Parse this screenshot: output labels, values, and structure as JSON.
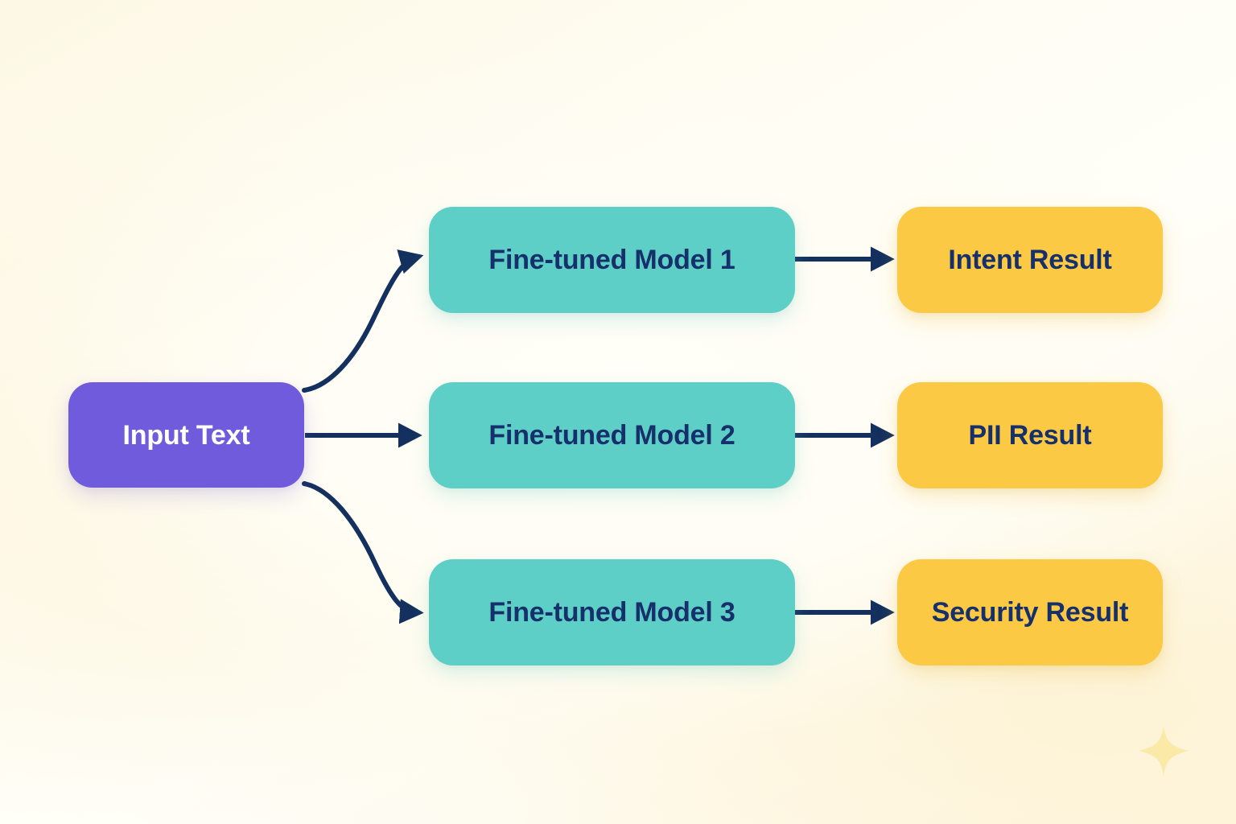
{
  "diagram": {
    "title_visible": false,
    "background_color": "#fefcf0",
    "arrow_color": "#13305e",
    "nodes": {
      "input": {
        "label": "Input Text",
        "color": "#6f5bdb",
        "text_color": "#ffffff"
      },
      "models": [
        {
          "label": "Fine-tuned Model 1",
          "color": "#5dcfc6",
          "text_color": "#16306b"
        },
        {
          "label": "Fine-tuned Model 2",
          "color": "#5dcfc6",
          "text_color": "#16306b"
        },
        {
          "label": "Fine-tuned Model 3",
          "color": "#5dcfc6",
          "text_color": "#16306b"
        }
      ],
      "results": [
        {
          "label": "Intent Result",
          "color": "#fbc944",
          "text_color": "#16306b"
        },
        {
          "label": "PII Result",
          "color": "#fbc944",
          "text_color": "#16306b"
        },
        {
          "label": "Security Result",
          "color": "#fbc944",
          "text_color": "#16306b"
        }
      ]
    },
    "edges": [
      {
        "from": "Input Text",
        "to": "Fine-tuned Model 1",
        "style": "curved"
      },
      {
        "from": "Input Text",
        "to": "Fine-tuned Model 2",
        "style": "straight"
      },
      {
        "from": "Input Text",
        "to": "Fine-tuned Model 3",
        "style": "curved"
      },
      {
        "from": "Fine-tuned Model 1",
        "to": "Intent Result",
        "style": "straight"
      },
      {
        "from": "Fine-tuned Model 2",
        "to": "PII Result",
        "style": "straight"
      },
      {
        "from": "Fine-tuned Model 3",
        "to": "Security Result",
        "style": "straight"
      }
    ],
    "decoration": {
      "sparkle_icon": "sparkle-icon",
      "sparkle_color": "#fbe9a8"
    }
  }
}
